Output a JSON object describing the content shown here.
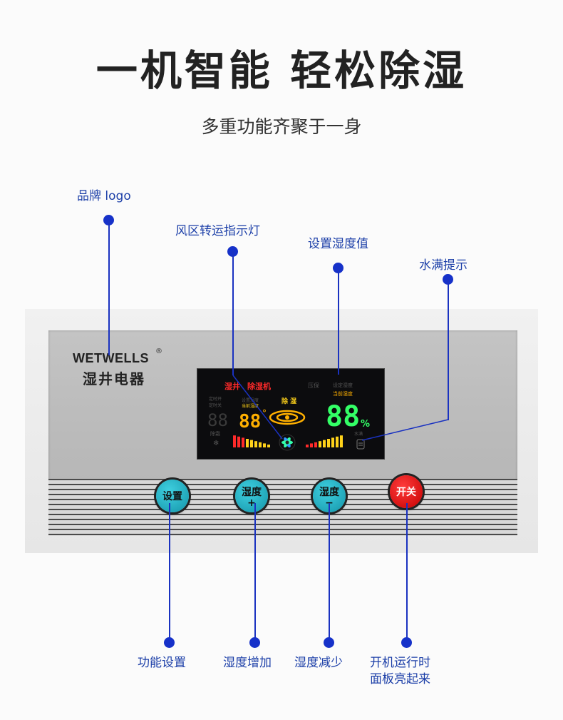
{
  "header": {
    "title": "一机智能 轻松除湿",
    "subtitle": "多重功能齐聚于一身"
  },
  "callouts": {
    "brand_logo": "品牌 logo",
    "fan_zone": "风区转运指示灯",
    "humidity_value": "设置湿度值",
    "water_full": "水满提示",
    "function_settings": "功能设置",
    "humidity_increase": "湿度增加",
    "humidity_decrease": "湿度减少",
    "power_line1": "开机运行时",
    "power_line2": "面板亮起来"
  },
  "brand": {
    "name_en": "WETWELLS",
    "reg_mark": "®",
    "name_cn": "湿井电器"
  },
  "lcd": {
    "logo_text": "湿井",
    "model_text": "除湿机",
    "press_protect": "压保",
    "set_humidity": "设定湿度",
    "current_humidity": "当前湿度",
    "timer_on": "定时开",
    "timer_off": "定时关",
    "timer_digits": "88",
    "left_set_humidity": "设置湿度",
    "left_current_humidity": "当前湿度",
    "left_digits": "88",
    "degree": "°",
    "dehumidify": "除 湿",
    "right_digits": "88",
    "percent": "%",
    "defrost": "除霜",
    "water_full": "水满",
    "colors": {
      "red": "#ff2a2a",
      "yellow": "#ffd21a",
      "green": "#33ff66",
      "orange": "#ffb000",
      "dim": "#555"
    }
  },
  "buttons": {
    "settings": "设置",
    "hum_up_label": "湿度",
    "hum_up_sign": "+",
    "hum_down_label": "湿度",
    "hum_down_sign": "−",
    "power": "开关"
  }
}
